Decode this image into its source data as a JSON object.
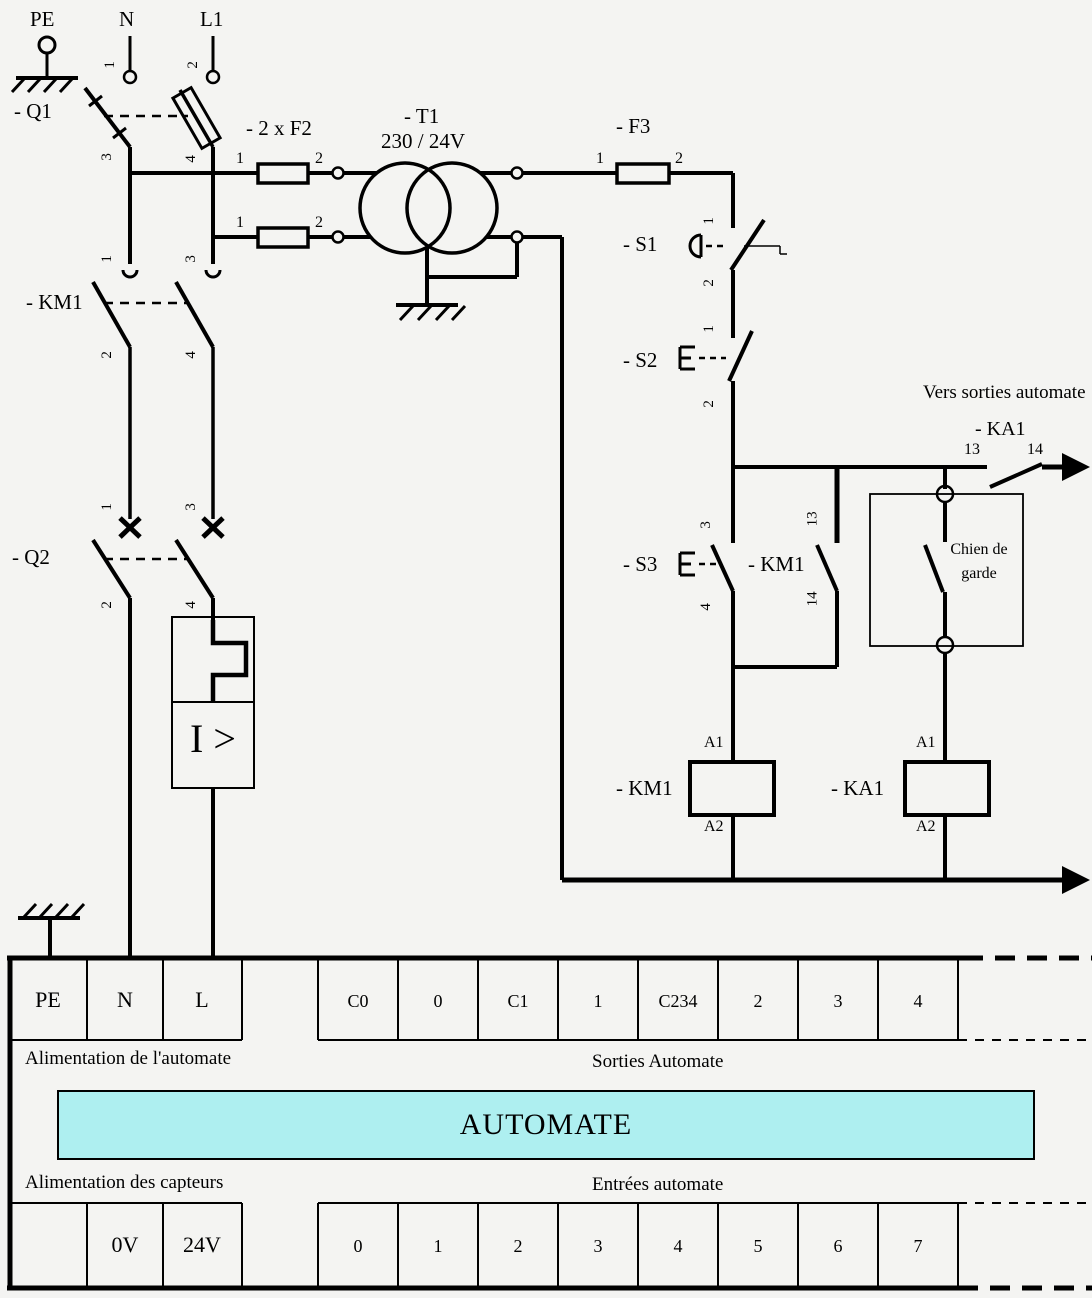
{
  "page": {
    "background": "#f4f4f2",
    "line_color": "#000000",
    "automate_fill": "#aeeff0"
  },
  "annotations": [
    {
      "id": "label-pe-top",
      "text": "PE"
    },
    {
      "id": "label-n-top",
      "text": "N"
    },
    {
      "id": "label-l1-top",
      "text": "L1"
    },
    {
      "id": "t-n-1",
      "text": "1"
    },
    {
      "id": "t-l1-2",
      "text": "2"
    },
    {
      "id": "label-q1",
      "text": "- Q1"
    },
    {
      "id": "t-q1-3",
      "text": "3"
    },
    {
      "id": "t-q1-4",
      "text": "4"
    },
    {
      "id": "label-f2",
      "text": "- 2 x F2"
    },
    {
      "id": "t-f2a-1",
      "text": "1"
    },
    {
      "id": "t-f2a-2",
      "text": "2"
    },
    {
      "id": "t-f2b-1",
      "text": "1"
    },
    {
      "id": "t-f2b-2",
      "text": "2"
    },
    {
      "id": "label-t1",
      "text": "- T1"
    },
    {
      "id": "label-t1-ratio",
      "text": "230 / 24V"
    },
    {
      "id": "label-f3",
      "text": "- F3"
    },
    {
      "id": "t-f3-1",
      "text": "1"
    },
    {
      "id": "t-f3-2",
      "text": "2"
    },
    {
      "id": "label-s1",
      "text": "- S1"
    },
    {
      "id": "t-s1-1",
      "text": "1"
    },
    {
      "id": "t-s1-2",
      "text": "2"
    },
    {
      "id": "label-s2",
      "text": "- S2"
    },
    {
      "id": "t-s2-1",
      "text": "1"
    },
    {
      "id": "t-s2-2",
      "text": "2"
    },
    {
      "id": "note-vers-sorties",
      "text": "Vers sorties automate"
    },
    {
      "id": "label-ka1-contact",
      "text": "- KA1"
    },
    {
      "id": "t-ka1-13",
      "text": "13"
    },
    {
      "id": "t-ka1-14",
      "text": "14"
    },
    {
      "id": "label-s3",
      "text": "- S3"
    },
    {
      "id": "t-s3-3",
      "text": "3"
    },
    {
      "id": "t-s3-4",
      "text": "4"
    },
    {
      "id": "label-km1-aux",
      "text": "- KM1"
    },
    {
      "id": "t-km1aux-13",
      "text": "13"
    },
    {
      "id": "t-km1aux-14",
      "text": "14"
    },
    {
      "id": "label-watchdog-1",
      "text": "Chien de"
    },
    {
      "id": "label-watchdog-2",
      "text": "garde"
    },
    {
      "id": "label-km1-main",
      "text": "- KM1"
    },
    {
      "id": "t-km1-1",
      "text": "1"
    },
    {
      "id": "t-km1-3",
      "text": "3"
    },
    {
      "id": "t-km1-2",
      "text": "2"
    },
    {
      "id": "t-km1-4",
      "text": "4"
    },
    {
      "id": "t-q2-1",
      "text": "1"
    },
    {
      "id": "t-q2-3",
      "text": "3"
    },
    {
      "id": "label-q2",
      "text": "- Q2"
    },
    {
      "id": "t-q2-2",
      "text": "2"
    },
    {
      "id": "t-q2-4",
      "text": "4"
    },
    {
      "id": "label-i-gt",
      "text": "I >"
    },
    {
      "id": "t-km1coil-a1",
      "text": "A1"
    },
    {
      "id": "t-km1coil-a2",
      "text": "A2"
    },
    {
      "id": "label-km1-coil",
      "text": "- KM1"
    },
    {
      "id": "t-ka1coil-a1",
      "text": "A1"
    },
    {
      "id": "t-ka1coil-a2",
      "text": "A2"
    },
    {
      "id": "label-ka1-coil",
      "text": "- KA1"
    },
    {
      "id": "caption-alim-automate",
      "text": "Alimentation de l'automate"
    },
    {
      "id": "caption-sorties",
      "text": "Sorties Automate"
    },
    {
      "id": "caption-alim-capteurs",
      "text": "Alimentation des capteurs"
    },
    {
      "id": "caption-entrees",
      "text": "Entrées automate"
    }
  ],
  "plc": {
    "automate_label": "AUTOMATE",
    "outputs_row": {
      "left": [
        "PE",
        "N",
        "L"
      ],
      "right": [
        "C0",
        "0",
        "C1",
        "1",
        "C234",
        "2",
        "3",
        "4"
      ]
    },
    "inputs_row": {
      "left": [
        "",
        "0V",
        "24V"
      ],
      "right": [
        "0",
        "1",
        "2",
        "3",
        "4",
        "5",
        "6",
        "7"
      ]
    }
  }
}
